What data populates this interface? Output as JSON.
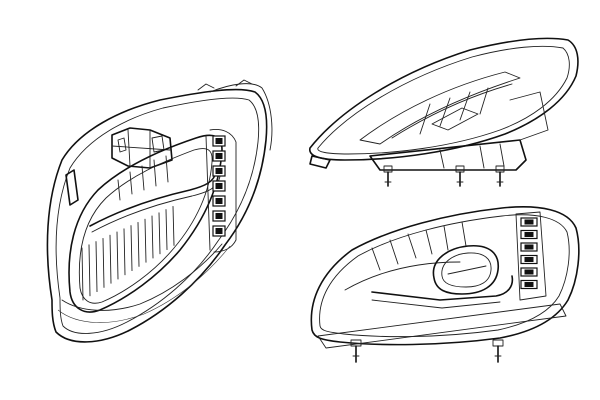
{
  "figure": {
    "background": "#ffffff",
    "line_color": "#111111",
    "views": [
      {
        "id": "front-oblique",
        "led_count": 7,
        "slat_count": 14
      },
      {
        "id": "top-oblique",
        "mount_count": 3
      },
      {
        "id": "rear-oblique",
        "led_count": 6,
        "mount_count": 2
      }
    ]
  }
}
